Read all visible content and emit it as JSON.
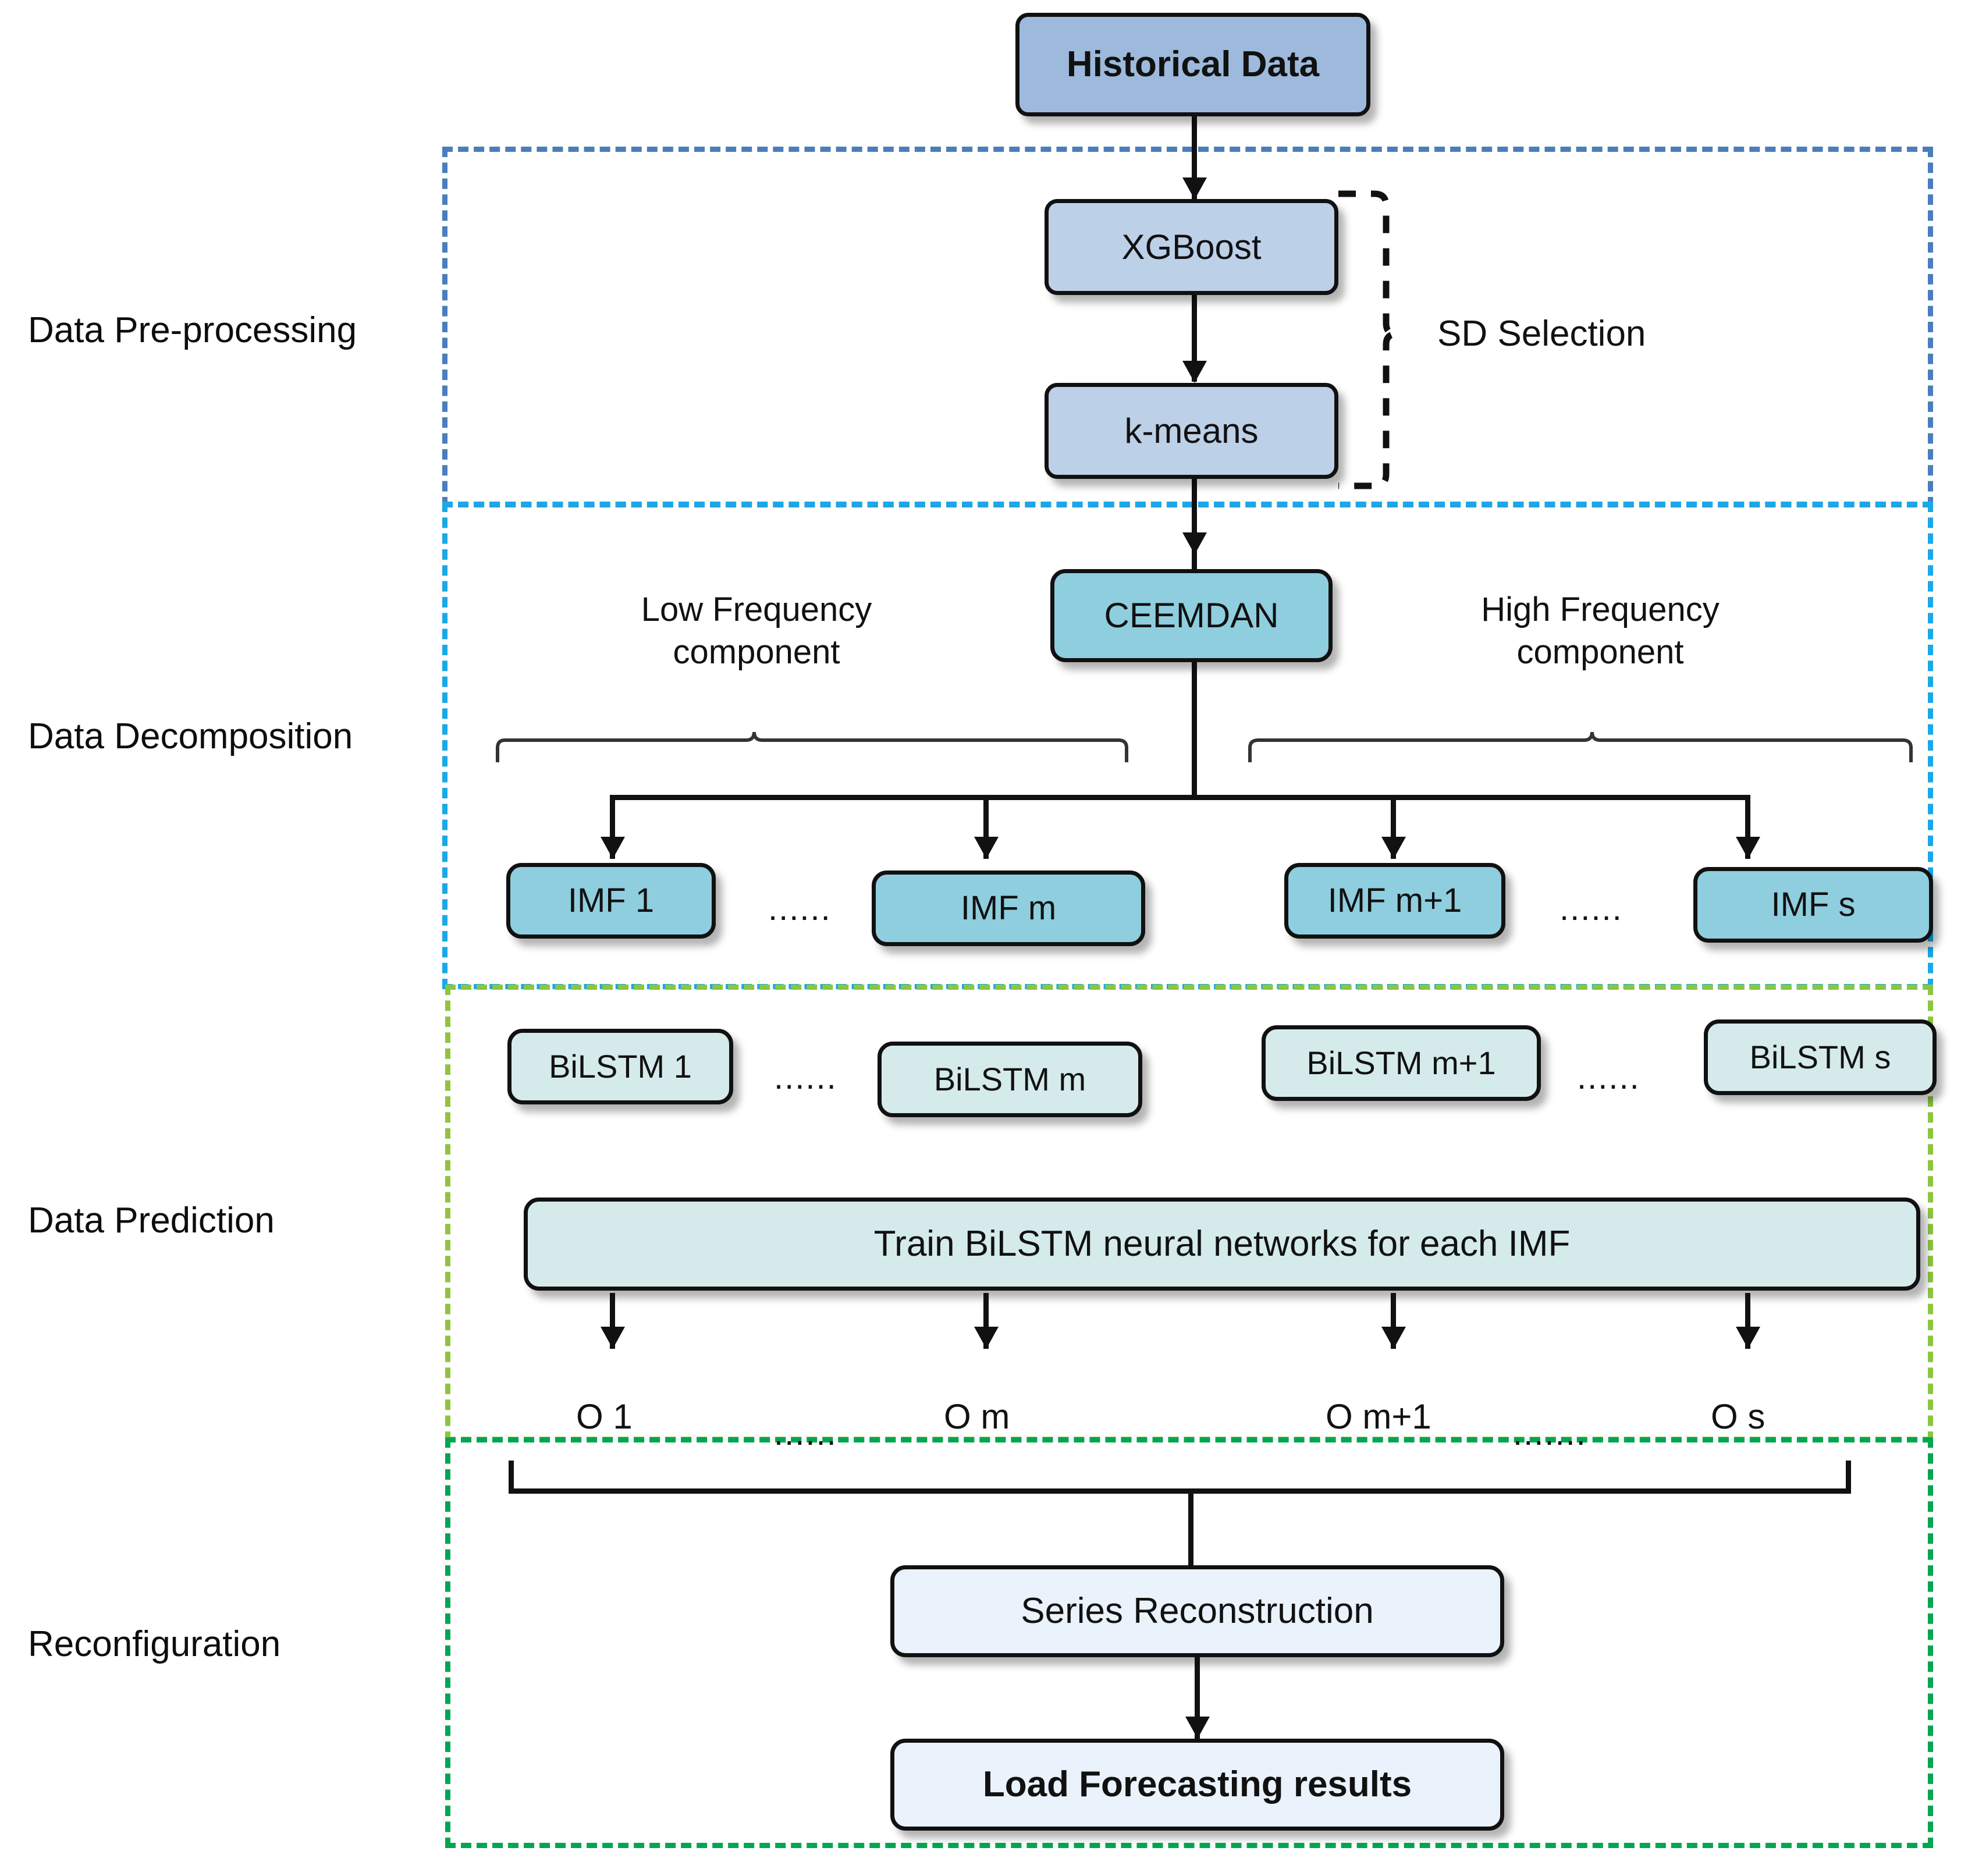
{
  "sections": [
    {
      "id": "pre",
      "label": "Data Pre-processing",
      "accent": "#4a7ebb"
    },
    {
      "id": "decomp",
      "label": "Data Decomposition",
      "accent": "#19a8e8"
    },
    {
      "id": "pred",
      "label": "Data Prediction",
      "accent": "#8cc63e"
    },
    {
      "id": "recon",
      "label": "Reconfiguration",
      "accent": "#00a650"
    }
  ],
  "nodes": {
    "historical": "Historical Data",
    "xgboost": "XGBoost",
    "kmeans": "k-means",
    "ceemdan": "CEEMDAN",
    "train": "Train BiLSTM neural networks for each IMF",
    "series": "Series Reconstruction",
    "forecast": "Load Forecasting results"
  },
  "annotations": {
    "sd_selection": "SD Selection",
    "low_freq": "Low Frequency\ncomponent",
    "low_freq_l1": "Low Frequency",
    "low_freq_l2": "component",
    "high_freq_l1": "High Frequency",
    "high_freq_l2": "component",
    "ellipsis": "......",
    "ellipsis_long": "......."
  },
  "imfs": [
    "IMF 1",
    "IMF m",
    "IMF m+1",
    "IMF s"
  ],
  "bilstms": [
    "BiLSTM 1",
    "BiLSTM m",
    "BiLSTM m+1",
    "BiLSTM s"
  ],
  "outputs": [
    "O 1",
    "O m",
    "O m+1",
    "O s"
  ],
  "colors": {
    "historical_fill": "#9dbadc",
    "preprocess_fill": "#bcd0e8",
    "decomp_fill": "#8fcede",
    "bilstm_fill": "#d5eaeb",
    "recon_fill": "#eaf2fc",
    "stroke": "#111111",
    "frame_pre": "#4a7ebb",
    "frame_decomp": "#19a8e8",
    "frame_pred": "#8cc63e",
    "frame_recon": "#00a650"
  }
}
